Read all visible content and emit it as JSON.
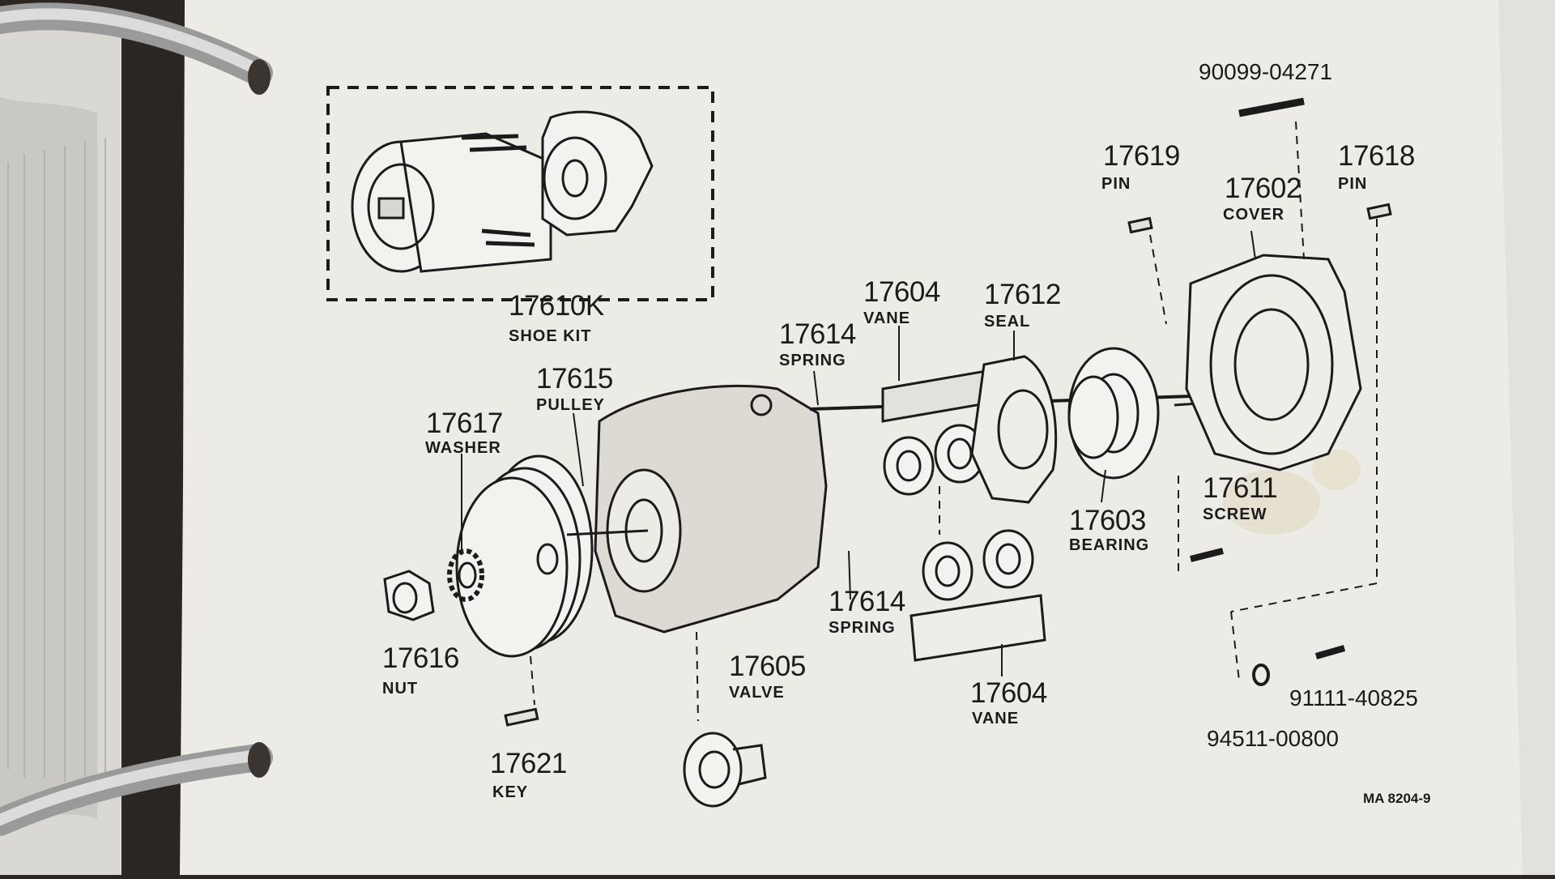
{
  "parts": {
    "shoe_kit": {
      "number": "17610K",
      "name": "SHOE KIT"
    },
    "pulley": {
      "number": "17615",
      "name": "PULLEY"
    },
    "washer": {
      "number": "17617",
      "name": "WASHER"
    },
    "nut": {
      "number": "17616",
      "name": "NUT"
    },
    "key": {
      "number": "17621",
      "name": "KEY"
    },
    "valve": {
      "number": "17605",
      "name": "VALVE"
    },
    "spring_top": {
      "number": "17614",
      "name": "SPRING"
    },
    "spring_bottom": {
      "number": "17614",
      "name": "SPRING"
    },
    "vane_top": {
      "number": "17604",
      "name": "VANE"
    },
    "vane_bottom": {
      "number": "17604",
      "name": "VANE"
    },
    "seal": {
      "number": "17612",
      "name": "SEAL"
    },
    "bearing": {
      "number": "17603",
      "name": "BEARING"
    },
    "pin_left": {
      "number": "17619",
      "name": "PIN"
    },
    "pin_right": {
      "number": "17618",
      "name": "PIN"
    },
    "cover": {
      "number": "17602",
      "name": "COVER"
    },
    "screw": {
      "number": "17611",
      "name": "SCREW"
    },
    "bolt_top": {
      "number": "90099-04271"
    },
    "bolt_bottom": {
      "number": "91111-40825"
    },
    "washer_small": {
      "number": "94511-00800"
    }
  },
  "page_ref": "MA 8204-9",
  "colors": {
    "paper": "#ecebe6",
    "ink": "#1b1b1b",
    "binder": "#2c2622",
    "ring": "#b8b8b8"
  }
}
